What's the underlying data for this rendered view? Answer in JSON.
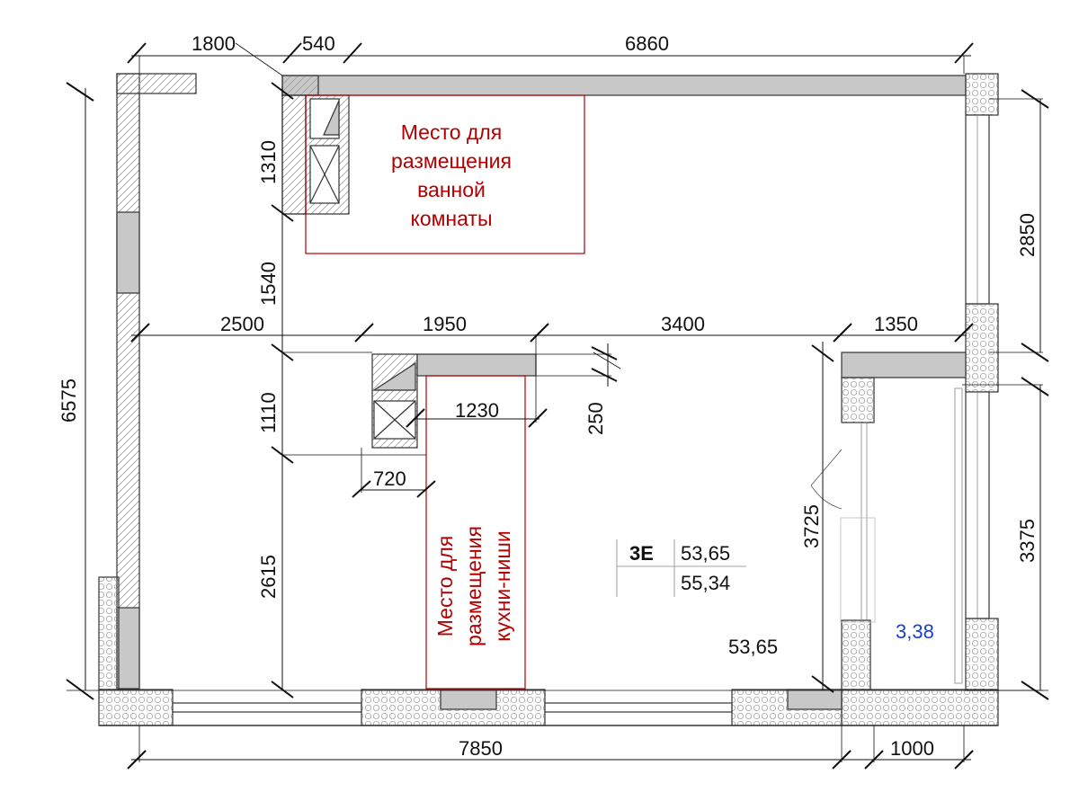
{
  "dimensions": {
    "top_1": "1800",
    "top_2": "540",
    "top_3": "6860",
    "left_total": "6575",
    "v_1310": "1310",
    "v_1540": "1540",
    "v_1110": "1110",
    "v_2615": "2615",
    "h_2500": "2500",
    "h_1950": "1950",
    "h_3400": "3400",
    "h_1350": "1350",
    "h_1230": "1230",
    "v_250": "250",
    "h_720": "720",
    "right_2850": "2850",
    "right_3375": "3375",
    "v_3725": "3725",
    "bottom_7850": "7850",
    "bottom_1000": "1000"
  },
  "zones": {
    "bathroom": [
      "Место для",
      "размещения",
      "ванной",
      "комнаты"
    ],
    "kitchen": [
      "Место для",
      "размещения",
      "кухни-ниши"
    ]
  },
  "apartment": {
    "code": "3E",
    "area_living": "53,65",
    "area_total": "55,34",
    "room_area": "53,65",
    "balcony_area": "3,38"
  },
  "colors": {
    "zone_red": "#b30000",
    "balcony_blue": "#1a3fc4",
    "wall_gray": "#c8c8c8"
  }
}
